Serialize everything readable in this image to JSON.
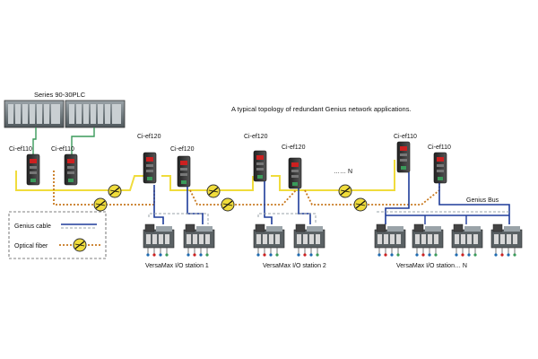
{
  "caption": "A typical topology of redundant Genius network applications.",
  "plc_label": "Series 90-30PLC",
  "nodes": {
    "plc_a1": "Ci-ef110",
    "plc_a2": "Ci-ef110",
    "s1_a": "Ci-ef120",
    "s1_b": "Ci-ef120",
    "s2_a": "Ci-ef120",
    "s2_b": "Ci-ef120",
    "sn_a": "Ci-ef110",
    "sn_b": "Ci-ef110"
  },
  "ellipsis": "…… N",
  "bus_label": "Genius Bus",
  "stations": {
    "s1": "VersaMax I/O station 1",
    "s2": "VersaMax I/O station 2",
    "sn": "VersaMax I/O station… N"
  },
  "legend": {
    "cable": "Genius cable",
    "fiber": "Optical fiber"
  },
  "colors": {
    "fiber_yellow": "#f0dc3c",
    "fiber_orange": "#c8781e",
    "genius_blue": "#1e3c9a",
    "genius_green": "#3a9a5a",
    "converter_red": "#cc2020"
  }
}
